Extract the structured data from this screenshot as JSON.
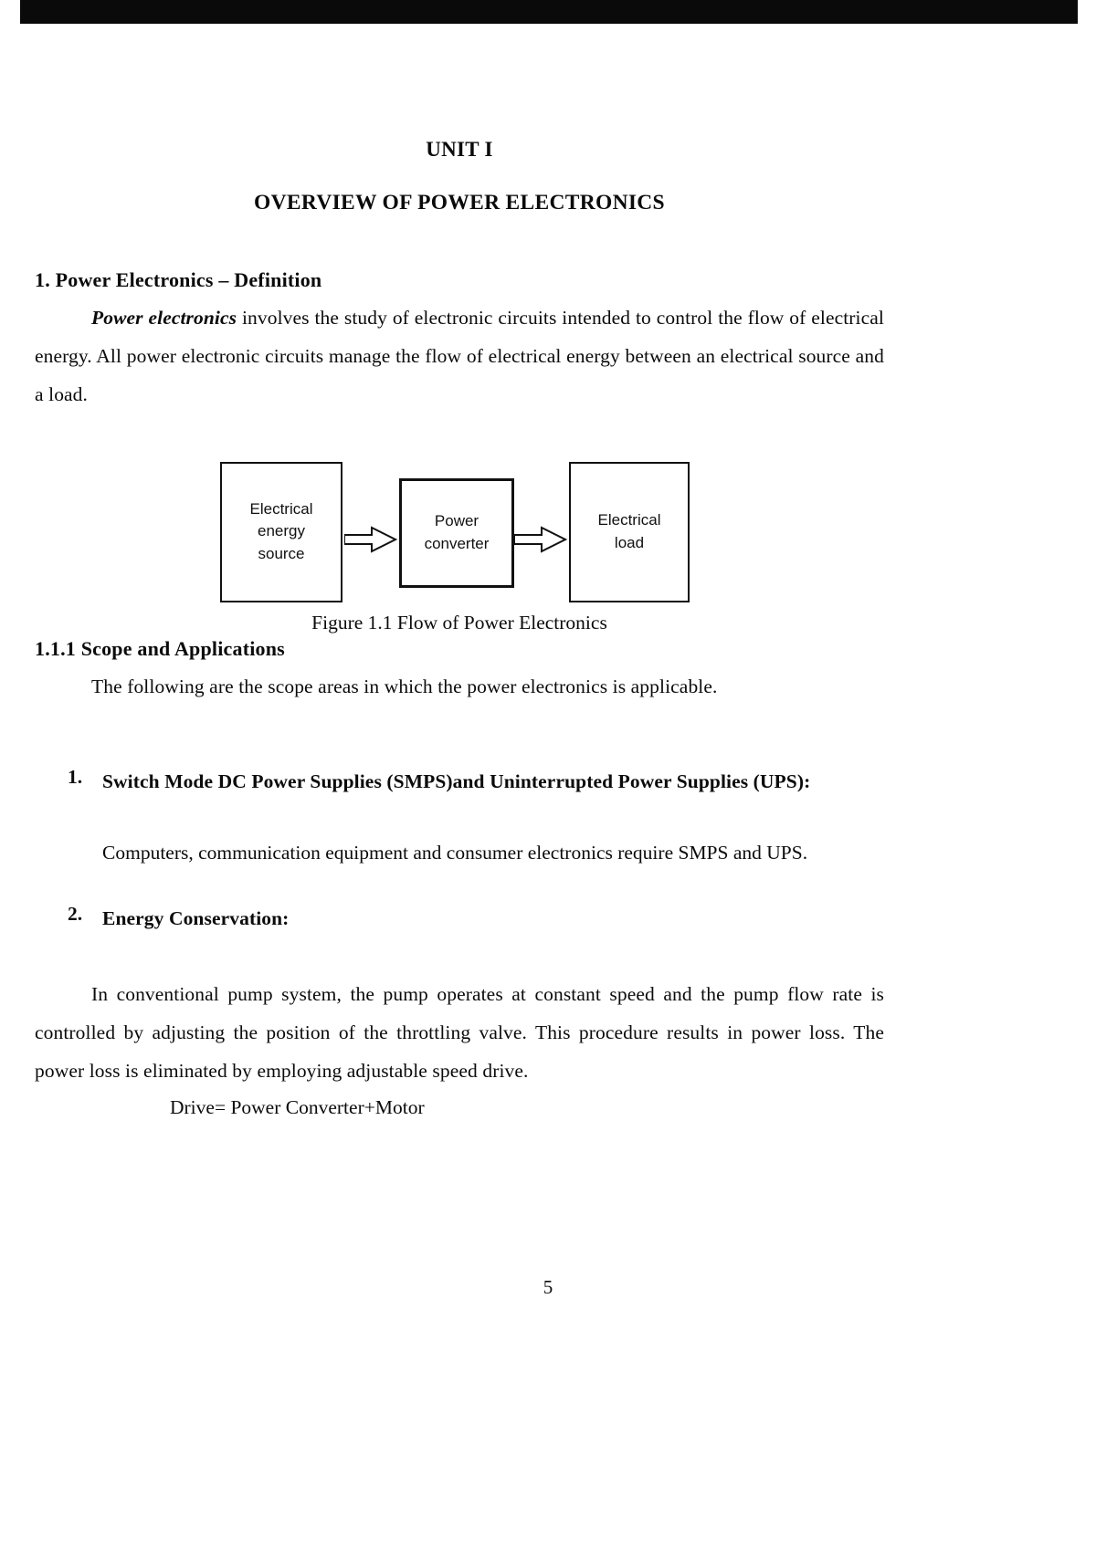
{
  "document": {
    "unit_title": "UNIT I",
    "title": "OVERVIEW OF POWER ELECTRONICS",
    "page_number": "5"
  },
  "sections": {
    "definition": {
      "heading": "1. Power Electronics – Definition",
      "lead_term": "Power electronics",
      "body": " involves the study of electronic circuits intended to control the flow of electrical energy. All power electronic circuits manage the flow of electrical energy between an electrical source and a load."
    },
    "scope": {
      "heading": "1.1.1 Scope and Applications",
      "intro": "The following are the scope areas in which the power electronics is applicable.",
      "items": [
        {
          "number": "1.",
          "title": "Switch Mode DC Power Supplies (SMPS)and Uninterrupted Power Supplies (UPS):",
          "body": "Computers, communication equipment and consumer electronics require SMPS and UPS."
        },
        {
          "number": "2.",
          "title": "Energy Conservation:",
          "body": "In conventional pump system, the pump operates at constant speed and the pump flow rate is controlled by adjusting the position of the throttling valve. This procedure results in power loss. The power loss is eliminated by employing adjustable speed drive.",
          "equation": "Drive= Power Converter+Motor"
        }
      ]
    }
  },
  "figure": {
    "caption": "Figure 1.1 Flow of Power Electronics",
    "blocks": [
      {
        "id": "source",
        "label": "Electrical\nenergy\nsource"
      },
      {
        "id": "converter",
        "label": "Power\nconverter"
      },
      {
        "id": "load",
        "label": "Electrical\nload"
      }
    ],
    "block_labels": {
      "source_line1": "Electrical",
      "source_line2": "energy",
      "source_line3": "source",
      "converter_line1": "Power",
      "converter_line2": "converter",
      "load_line1": "Electrical",
      "load_line2": "load"
    },
    "arrows": [
      {
        "id": "arrow-source-to-converter",
        "direction": "right"
      },
      {
        "id": "arrow-converter-to-load",
        "direction": "right"
      }
    ]
  },
  "colors": {
    "text": "#0b0b0b",
    "rule": "#111111",
    "page_background": "#ffffff",
    "scan_bar": "#0a0a0a"
  }
}
